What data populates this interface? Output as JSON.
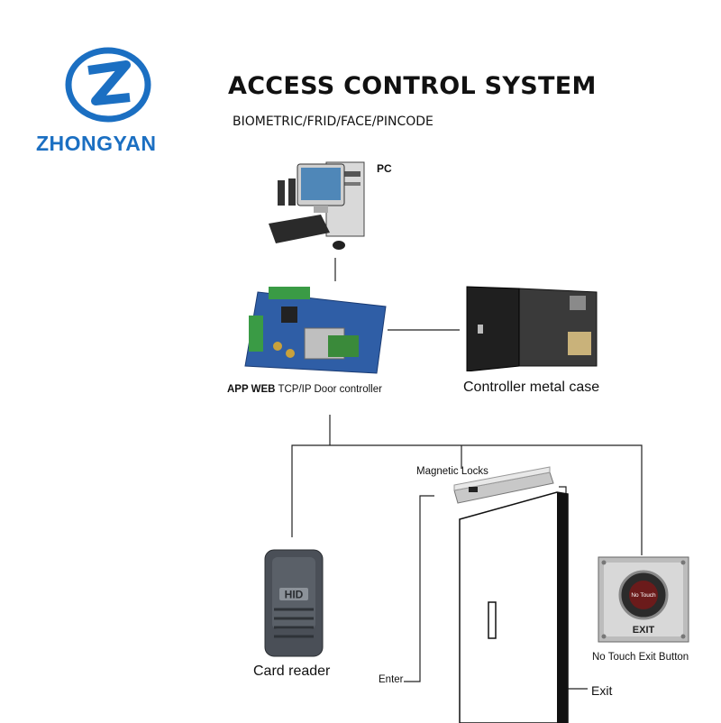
{
  "brand": {
    "name": "ZHONGYAN",
    "color": "#1b6fc2"
  },
  "header": {
    "title": "ACCESS CONTROL SYSTEM",
    "subtitle": "BIOMETRIC/FRID/FACE/PINCODE"
  },
  "nodes": {
    "pc": {
      "label": "PC",
      "icon": "desktop-computer-icon"
    },
    "controller": {
      "label_bold": "APP WEB",
      "label_rest": " TCP/IP Door controller",
      "icon": "circuit-board-icon"
    },
    "metal_case": {
      "label": "Controller metal case",
      "icon": "metal-case-icon"
    },
    "magnetic_lock": {
      "label": "Magnetic Locks",
      "icon": "magnetic-lock-icon"
    },
    "card_reader": {
      "label": "Card reader",
      "badge": "HID",
      "icon": "card-reader-icon"
    },
    "exit_button": {
      "label": "No Touch Exit Button",
      "face_text": "No Touch",
      "plate_text": "EXIT",
      "icon": "exit-button-icon"
    },
    "door": {
      "icon": "door-icon"
    }
  },
  "sides": {
    "enter": "Enter",
    "exit": "Exit"
  }
}
